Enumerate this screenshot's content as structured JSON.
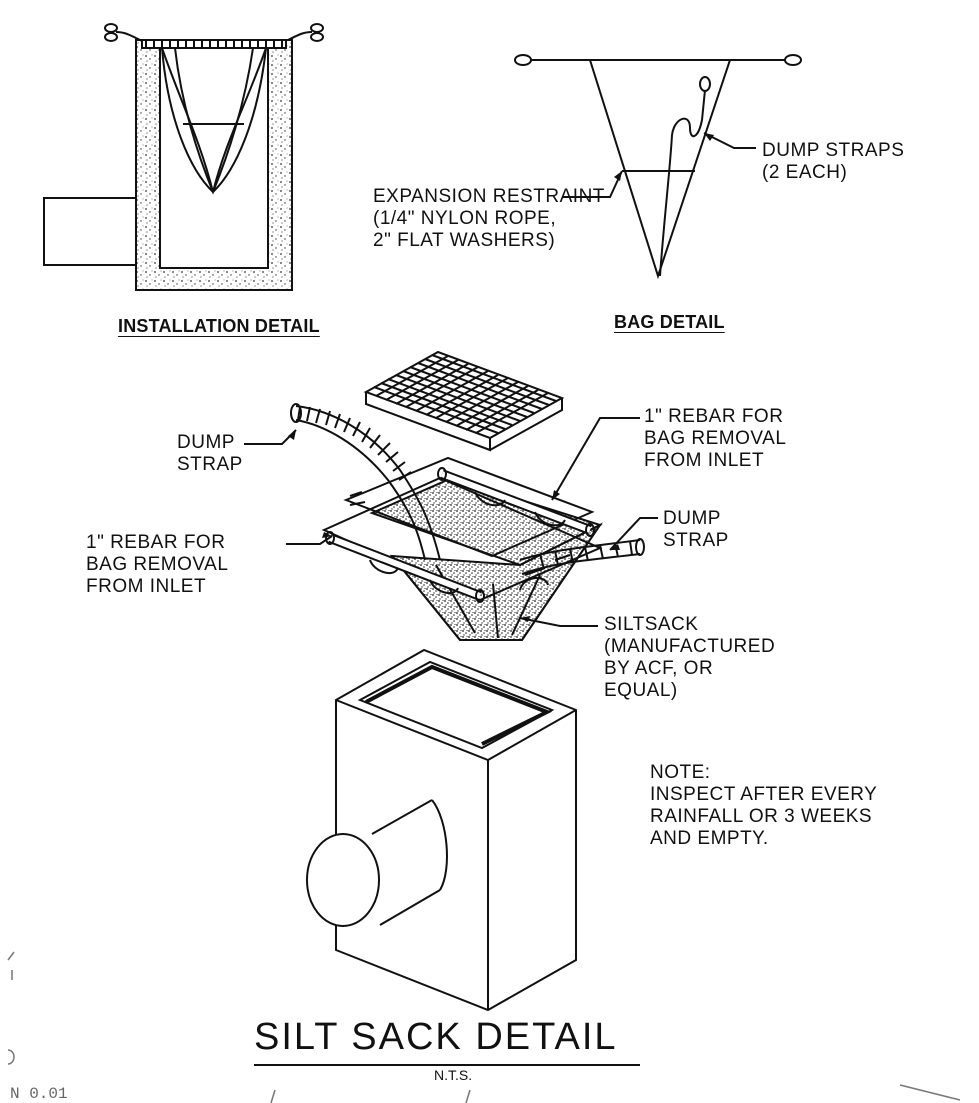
{
  "installation_detail": {
    "title": "INSTALLATION DETAIL"
  },
  "bag_detail": {
    "title": "BAG DETAIL",
    "dump_straps_label": [
      "DUMP STRAPS",
      "(2 EACH)"
    ],
    "expansion_restraint_label": [
      "EXPANSION RESTRAINT",
      "(1/4\" NYLON ROPE,",
      "2\" FLAT WASHERS)"
    ]
  },
  "assembly": {
    "dump_strap_left": [
      "DUMP",
      "STRAP"
    ],
    "rebar_right": [
      "1\" REBAR FOR",
      "BAG REMOVAL",
      "FROM INLET"
    ],
    "dump_strap_right": [
      "DUMP",
      "STRAP"
    ],
    "rebar_left": [
      "1\" REBAR FOR",
      "BAG REMOVAL",
      "FROM INLET"
    ],
    "siltsack": [
      "SILTSACK",
      "(MANUFACTURED",
      "BY ACF, OR",
      "EQUAL)"
    ]
  },
  "note": [
    "NOTE:",
    "INSPECT AFTER EVERY",
    "RAINFALL OR 3 WEEKS",
    "AND EMPTY."
  ],
  "main_title": "SILT SACK DETAIL",
  "scale": "N.T.S."
}
